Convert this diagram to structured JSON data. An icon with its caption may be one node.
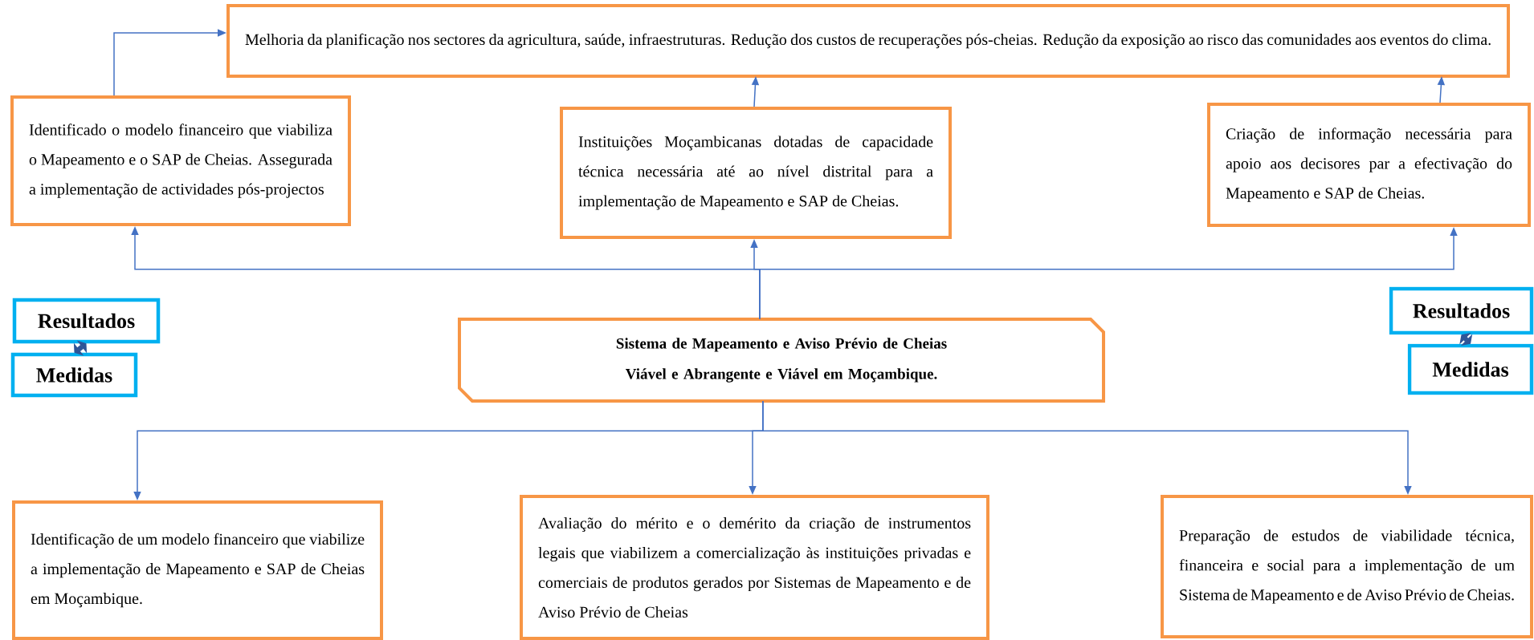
{
  "diagram": {
    "nodes": [
      {
        "text": [
          "Melhoria da planificação nos sectores da agricultura, saúde, infraestruturas. Redução dos custos de recuperações pós-cheias. Redução da exposição ao risco das comunidades aos eventos do clima."
        ]
      },
      {
        "text": [
          "Identificado o modelo financeiro que viabiliza o Mapeamento e o SAP de Cheias. Assegurada a implementação de actividades pós-projectos"
        ]
      },
      {
        "text": [
          "Instituições Moçambicanas dotadas de capacidade técnica necessária até ao nível distrital para a implementação de Mapeamento e SAP de Cheias."
        ]
      },
      {
        "text": [
          "Criação de informação necessária para apoio aos decisores par a efectivação do Mapeamento e SAP de Cheias."
        ]
      },
      {
        "text": [
          "Resultados"
        ]
      },
      {
        "text": [
          "Resultados"
        ]
      },
      {
        "text": [
          "Sistema de Mapeamento e Aviso Prévio de Cheias Viável e Abrangente e Viável em Moçambique."
        ]
      },
      {
        "text": [
          "Medidas"
        ]
      },
      {
        "text": [
          "Medidas"
        ]
      },
      {
        "text": [
          "Identificação de um modelo financeiro que viabilize a implementação de Mapeamento e SAP de Cheias em Moçambique."
        ]
      },
      {
        "text": [
          "Avaliação do mérito e o demérito da criação de instrumentos legais que viabilizem a comercialização às instituições privadas e comerciais de produtos gerados por Sistemas de Mapeamento e de Aviso Prévio de Cheias"
        ]
      },
      {
        "text": [
          "Preparação de estudos de viabilidade técnica, financeira e social para a implementação de um Sistema de Mapeamento e de Aviso Prévio de Cheias."
        ]
      }
    ],
    "edges": [
      {
        "from": 1,
        "to": 0,
        "arrow": "to"
      },
      {
        "from": 2,
        "to": 0,
        "arrow": "to"
      },
      {
        "from": 3,
        "to": 0,
        "arrow": "to"
      },
      {
        "from": 6,
        "to": 1,
        "arrow": "to"
      },
      {
        "from": 6,
        "to": 2,
        "arrow": "to"
      },
      {
        "from": 6,
        "to": 3,
        "arrow": "to"
      },
      {
        "from": 6,
        "to": 9,
        "arrow": "to"
      },
      {
        "from": 6,
        "to": 10,
        "arrow": "to"
      },
      {
        "from": 6,
        "to": 11,
        "arrow": "to"
      },
      {
        "from": 4,
        "to": 7,
        "arrow": "both",
        "style": "thick",
        "color": "#2f5597"
      },
      {
        "from": 5,
        "to": 8,
        "arrow": "both",
        "style": "thick",
        "color": "#2f5597"
      }
    ]
  }
}
